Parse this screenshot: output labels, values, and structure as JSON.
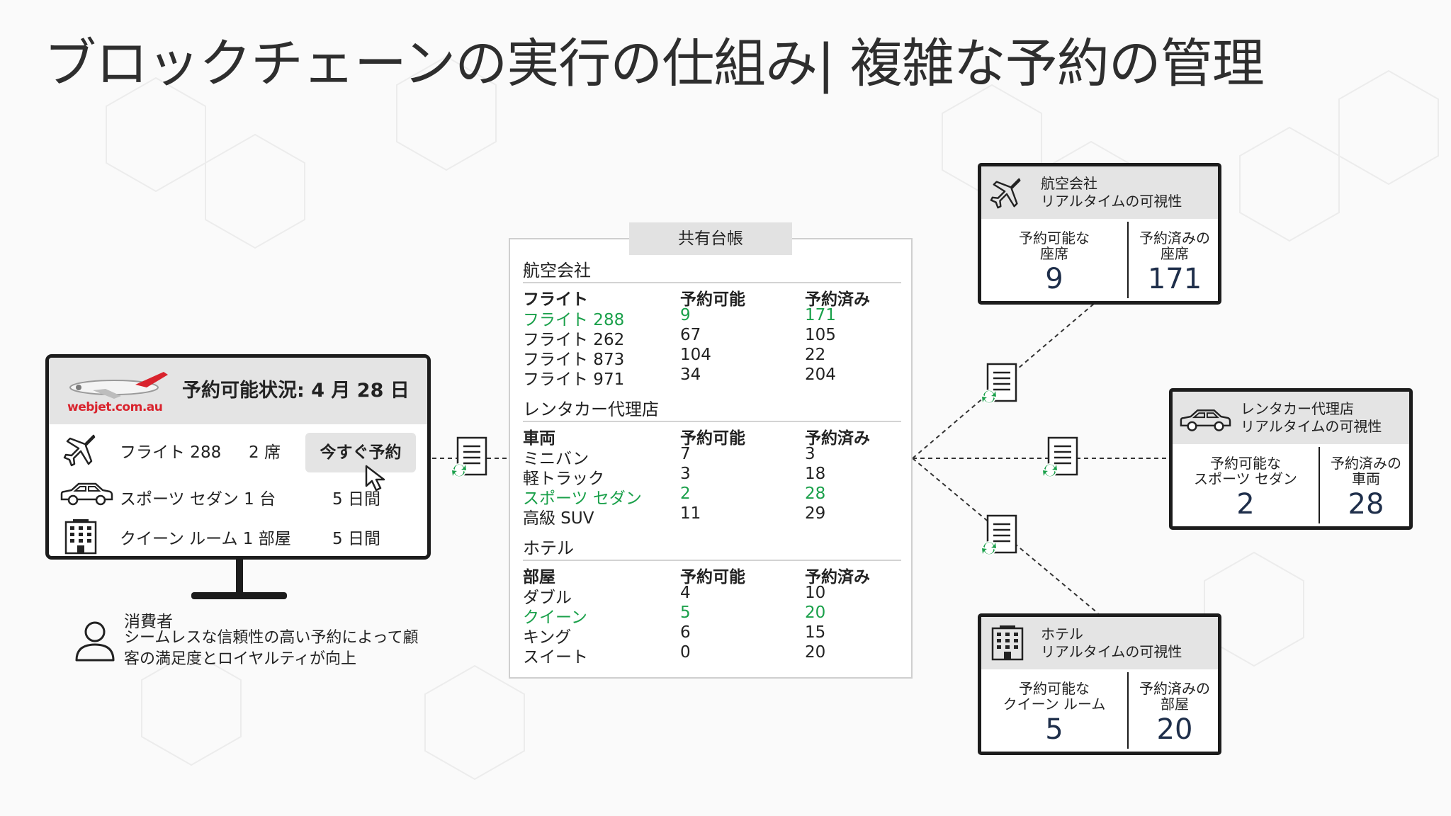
{
  "title": "ブロックチェーンの実行の仕組み| 複雑な予約の管理",
  "monitor": {
    "brand": "webjet.com.au",
    "heading": "予約可能状況: 4 月 28 日",
    "book_button": "今すぐ予約",
    "rows": [
      {
        "icon": "airplane-icon",
        "label": "フライト 288",
        "qty": "2 席"
      },
      {
        "icon": "car-icon",
        "label": "スポーツ セダン 1 台",
        "qty": "5 日間"
      },
      {
        "icon": "building-icon",
        "label": "クイーン ルーム 1 部屋",
        "qty": "5 日間"
      }
    ]
  },
  "consumer": {
    "label": "消費者",
    "description": "シームレスな信頼性の高い予約によって顧客の満足度とロイヤルティが向上"
  },
  "ledger": {
    "tab": "共有台帳",
    "sections": [
      {
        "title": "航空会社",
        "header": [
          "フライト",
          "予約可能",
          "予約済み"
        ],
        "rows": [
          {
            "name": "フライト 288",
            "available": "9",
            "booked": "171",
            "highlight": true
          },
          {
            "name": "フライト 262",
            "available": "67",
            "booked": "105",
            "highlight": false
          },
          {
            "name": "フライト 873",
            "available": "104",
            "booked": "22",
            "highlight": false
          },
          {
            "name": "フライト 971",
            "available": "34",
            "booked": "204",
            "highlight": false
          }
        ]
      },
      {
        "title": "レンタカー代理店",
        "header": [
          "車両",
          "予約可能",
          "予約済み"
        ],
        "rows": [
          {
            "name": "ミニバン",
            "available": "7",
            "booked": "3",
            "highlight": false
          },
          {
            "name": "軽トラック",
            "available": "3",
            "booked": "18",
            "highlight": false
          },
          {
            "name": "スポーツ セダン",
            "available": "2",
            "booked": "28",
            "highlight": true
          },
          {
            "name": "高級 SUV",
            "available": "11",
            "booked": "29",
            "highlight": false
          }
        ]
      },
      {
        "title": "ホテル",
        "header": [
          "部屋",
          "予約可能",
          "予約済み"
        ],
        "rows": [
          {
            "name": "ダブル",
            "available": "4",
            "booked": "10",
            "highlight": false
          },
          {
            "name": "クイーン",
            "available": "5",
            "booked": "20",
            "highlight": true
          },
          {
            "name": "キング",
            "available": "6",
            "booked": "15",
            "highlight": false
          },
          {
            "name": "スイート",
            "available": "0",
            "booked": "20",
            "highlight": false
          }
        ]
      }
    ]
  },
  "panels": {
    "airline": {
      "icon": "airplane-icon",
      "title_line1": "航空会社",
      "title_line2": "リアルタイムの可視性",
      "left_label": "予約可能な\n座席",
      "left_value": "9",
      "right_label": "予約済みの\n座席",
      "right_value": "171"
    },
    "rental": {
      "icon": "car-icon",
      "title_line1": "レンタカー代理店",
      "title_line2": "リアルタイムの可視性",
      "left_label": "予約可能な\nスポーツ セダン",
      "left_value": "2",
      "right_label": "予約済みの\n車両",
      "right_value": "28"
    },
    "hotel": {
      "icon": "building-icon",
      "title_line1": "ホテル",
      "title_line2": "リアルタイムの可視性",
      "left_label": "予約可能な\nクイーン ルーム",
      "left_value": "5",
      "right_label": "予約済みの\n部屋",
      "right_value": "20"
    }
  },
  "colors": {
    "highlight": "#1aa04a",
    "brand_red": "#d9232d",
    "panel_border": "#1c1c1c",
    "header_gray": "#e4e4e4"
  }
}
